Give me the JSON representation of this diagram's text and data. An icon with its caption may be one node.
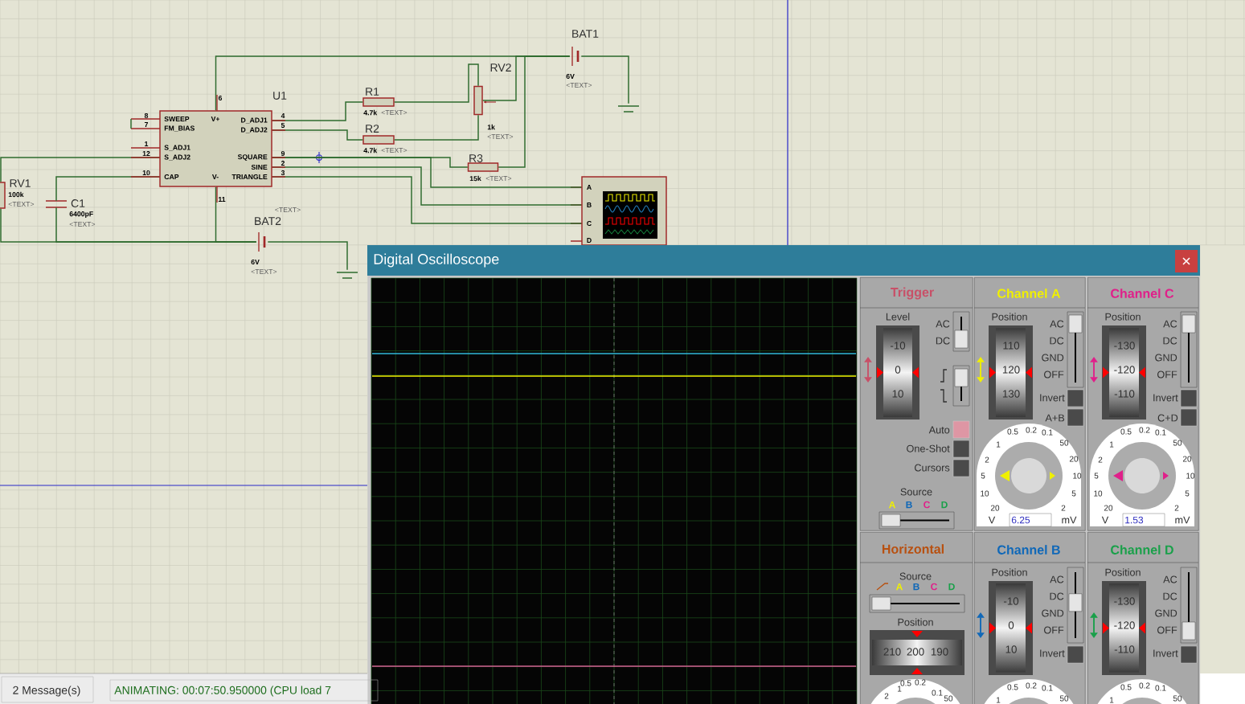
{
  "diagram": {
    "nodes": [
      {
        "text": [
          "U1",
          "SWEEP",
          "FM_BIAS",
          "S_ADJ1",
          "S_ADJ2",
          "CAP",
          "V+",
          "V-",
          "D_ADJ1",
          "D_ADJ2",
          "SQUARE",
          "SINE",
          "TRIANGLE"
        ]
      },
      {
        "text": [
          "R1"
        ],
        "beside": [
          "4.7k",
          "<TEXT>"
        ]
      },
      {
        "text": [
          "R2"
        ],
        "beside": [
          "4.7k",
          "<TEXT>"
        ]
      },
      {
        "text": [
          "RV2"
        ],
        "beside": [
          "1k",
          "<TEXT>"
        ]
      },
      {
        "text": [
          "R3"
        ],
        "beside": [
          "15k",
          "<TEXT>"
        ]
      },
      {
        "text": [
          "BAT1"
        ],
        "beside": [
          "6V",
          "<TEXT>"
        ]
      },
      {
        "text": [],
        "shape": "ground"
      },
      {
        "text": [
          "A",
          "B",
          "C",
          "D"
        ]
      },
      {
        "text": [
          "RV1"
        ],
        "beside": [
          "100k",
          "<TEXT>"
        ]
      },
      {
        "text": [
          "C1"
        ],
        "beside": [
          "6400pF",
          "<TEXT>"
        ]
      },
      {
        "text": [
          "BAT2"
        ],
        "beside": [
          "6V",
          "<TEXT>"
        ]
      },
      {
        "text": [],
        "shape": "ground"
      },
      {
        "text": [
          "Digital Oscilloscope"
        ]
      },
      {
        "text": [
          "Trigger",
          "Level",
          "-10",
          "0",
          "10",
          "AC",
          "DC",
          "Auto",
          "One-Shot",
          "Cursors",
          "Source",
          "A",
          "B",
          "C",
          "D"
        ],
        "in": 12
      },
      {
        "text": [
          "Channel A",
          "Position",
          "110",
          "120",
          "130",
          "AC",
          "DC",
          "GND",
          "OFF",
          "Invert",
          "A+B",
          "0.5",
          "0.2",
          "0.1",
          "1",
          "50",
          "2",
          "20",
          "5",
          "10",
          "10",
          "5",
          "20",
          "2",
          "V",
          "6.25",
          "mV"
        ],
        "in": 12
      },
      {
        "text": [
          "Channel C",
          "Position",
          "-130",
          "-120",
          "-110",
          "AC",
          "DC",
          "GND",
          "OFF",
          "Invert",
          "C+D",
          "0.5",
          "0.2",
          "0.1",
          "1",
          "50",
          "2",
          "20",
          "5",
          "10",
          "10",
          "5",
          "20",
          "2",
          "V",
          "1.53",
          "mV"
        ],
        "in": 12
      },
      {
        "text": [
          "Horizontal",
          "Source",
          "A",
          "B",
          "C",
          "D",
          "Position",
          "210",
          "200",
          "190",
          "0.5",
          "0.2",
          "0.1",
          "1",
          "2",
          "50"
        ],
        "in": 12
      },
      {
        "text": [
          "Channel B",
          "Position",
          "-10",
          "0",
          "10",
          "AC",
          "DC",
          "GND",
          "OFF",
          "Invert",
          "0.5",
          "0.2",
          "0.1",
          "1",
          "50"
        ],
        "in": 12
      },
      {
        "text": [
          "Channel D",
          "Position",
          "-130",
          "-120",
          "-110",
          "AC",
          "DC",
          "GND",
          "OFF",
          "Invert",
          "0.5",
          "0.2",
          "0.1",
          "1",
          "50"
        ],
        "in": 12
      }
    ],
    "edges": [
      {
        "from": 0,
        "to": 5,
        "arrow": "none"
      },
      {
        "from": 0,
        "to": 1,
        "arrow": "none"
      },
      {
        "from": 0,
        "to": 2,
        "arrow": "none"
      },
      {
        "from": 1,
        "to": 3,
        "arrow": "none"
      },
      {
        "from": 2,
        "to": 3,
        "arrow": "none"
      },
      {
        "from": 3,
        "to": 5,
        "arrow": "none"
      },
      {
        "from": 4,
        "to": 5,
        "arrow": "none"
      },
      {
        "from": 0,
        "to": 4,
        "arrow": "none"
      },
      {
        "from": 0,
        "to": 7,
        "arrow": "none"
      },
      {
        "from": 0,
        "to": 7,
        "arrow": "none"
      },
      {
        "from": 0,
        "to": 7,
        "arrow": "none"
      },
      {
        "from": 5,
        "to": 6,
        "arrow": "none"
      },
      {
        "from": 0,
        "to": 8,
        "arrow": "none"
      },
      {
        "from": 0,
        "to": 9,
        "arrow": "none"
      },
      {
        "from": 8,
        "to": 10,
        "arrow": "none"
      },
      {
        "from": 9,
        "to": 10,
        "arrow": "none"
      },
      {
        "from": 0,
        "to": 10,
        "arrow": "none"
      },
      {
        "from": 10,
        "to": 11,
        "arrow": "none"
      }
    ],
    "labels": [
      "6",
      "8",
      "7",
      "1",
      "12",
      "10",
      "4",
      "5",
      "9",
      "2",
      "3",
      "11",
      "<TEXT>",
      "2 Message(s)",
      "ANIMATING: 00:07:50.950000 (CPU load 7"
    ]
  }
}
